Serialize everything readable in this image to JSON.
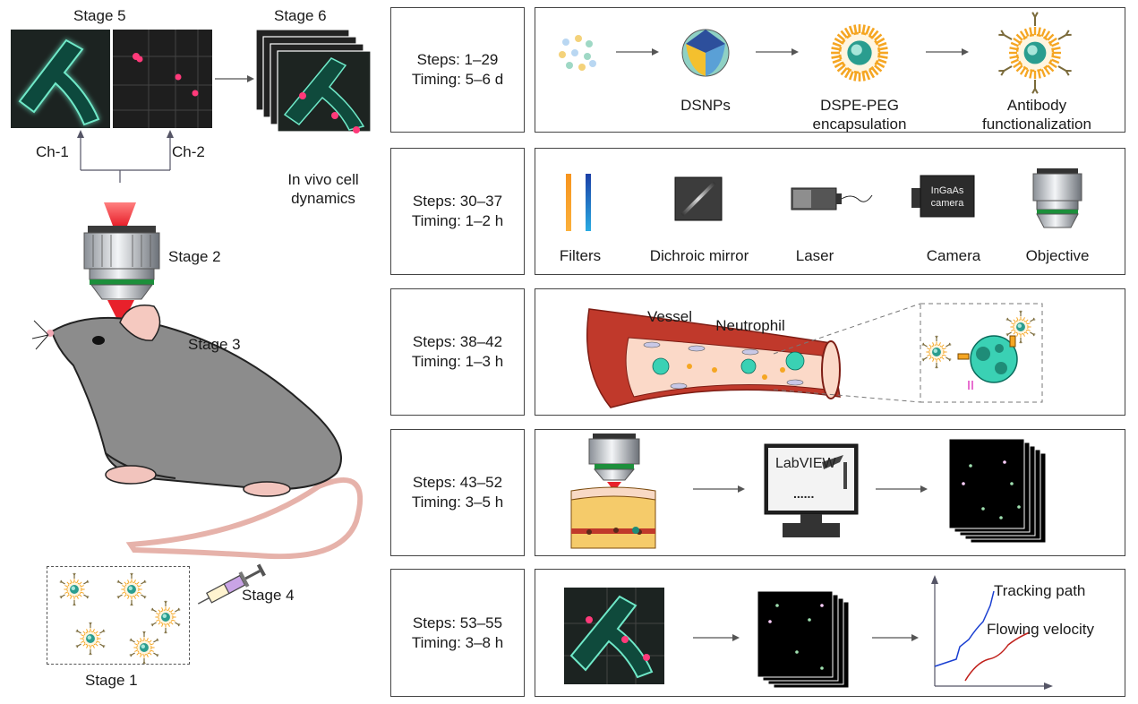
{
  "stages": {
    "stage5": "Stage 5",
    "stage6": "Stage 6",
    "stage2": "Stage 2",
    "stage3": "Stage 3",
    "stage4": "Stage 4",
    "stage1": "Stage 1",
    "ch1": "Ch-1",
    "ch2": "Ch-2",
    "invivo_line1": "In vivo cell",
    "invivo_line2": "dynamics"
  },
  "steps": [
    {
      "steps": "Steps: 1–29",
      "timing": "Timing: 5–6 d"
    },
    {
      "steps": "Steps: 30–37",
      "timing": "Timing: 1–2 h"
    },
    {
      "steps": "Steps: 38–42",
      "timing": "Timing: 1–3 h"
    },
    {
      "steps": "Steps: 43–52",
      "timing": "Timing: 3–5 h"
    },
    {
      "steps": "Steps: 53–55",
      "timing": "Timing: 3–8 h"
    }
  ],
  "row1": {
    "dsnps": "DSNPs",
    "dspe_line1": "DSPE-PEG",
    "dspe_line2": "encapsulation",
    "antibody_line1": "Antibody",
    "antibody_line2": "functionalization"
  },
  "row2": {
    "filters": "Filters",
    "dichroic": "Dichroic mirror",
    "laser": "Laser",
    "camera": "Camera",
    "objective": "Objective",
    "camera_text1": "InGaAs",
    "camera_text2": "camera"
  },
  "row3": {
    "vessel": "Vessel",
    "neutrophil": "Neutrophil"
  },
  "row4": {
    "labview": "LabVIEW",
    "dots": "......"
  },
  "row5": {
    "tracking": "Tracking path",
    "velocity": "Flowing velocity"
  },
  "colors": {
    "accent_green": "#2ec4a0",
    "nanoparticle_orange": "#f5a623",
    "laser_red": "#e8212b",
    "vessel_red": "#c0392b"
  }
}
